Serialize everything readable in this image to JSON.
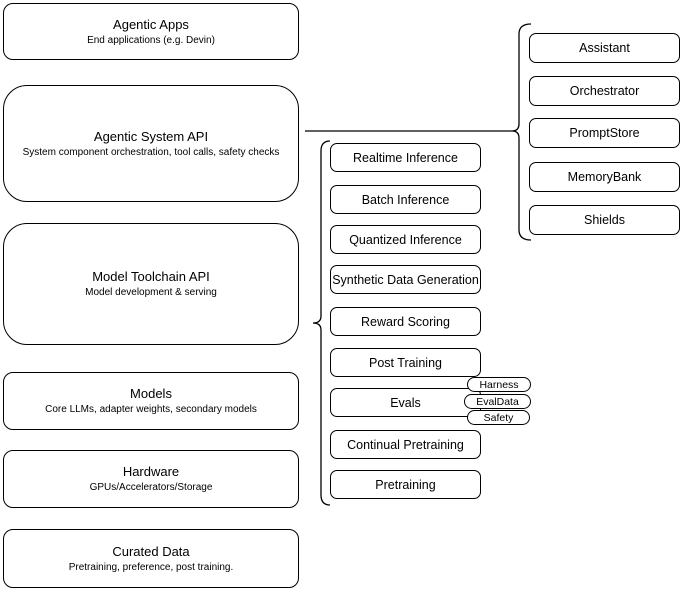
{
  "stack": {
    "boxes": [
      {
        "title": "Agentic Apps",
        "subtitle": "End applications (e.g. Devin)"
      },
      {
        "title": "Agentic System API",
        "subtitle": "System component orchestration, tool calls, safety checks"
      },
      {
        "title": "Model Toolchain API",
        "subtitle": "Model development & serving"
      },
      {
        "title": "Models",
        "subtitle": "Core LLMs, adapter weights, secondary models"
      },
      {
        "title": "Hardware",
        "subtitle": "GPUs/Accelerators/Storage"
      },
      {
        "title": "Curated Data",
        "subtitle": "Pretraining, preference, post training."
      }
    ]
  },
  "toolchain_group": {
    "nodes": [
      "Realtime Inference",
      "Batch Inference",
      "Quantized Inference",
      "Synthetic Data Generation",
      "Reward Scoring",
      "Post Training",
      "Evals",
      "Continual Pretraining",
      "Pretraining"
    ],
    "eval_tags": [
      "Harness",
      "EvalData",
      "Safety"
    ]
  },
  "system_group": {
    "nodes": [
      "Assistant",
      "Orchestrator",
      "PromptStore",
      "MemoryBank",
      "Shields"
    ]
  },
  "colors": {
    "stroke": "#000000",
    "fill": "#ffffff",
    "background": "#ffffff",
    "text": "#000000"
  }
}
